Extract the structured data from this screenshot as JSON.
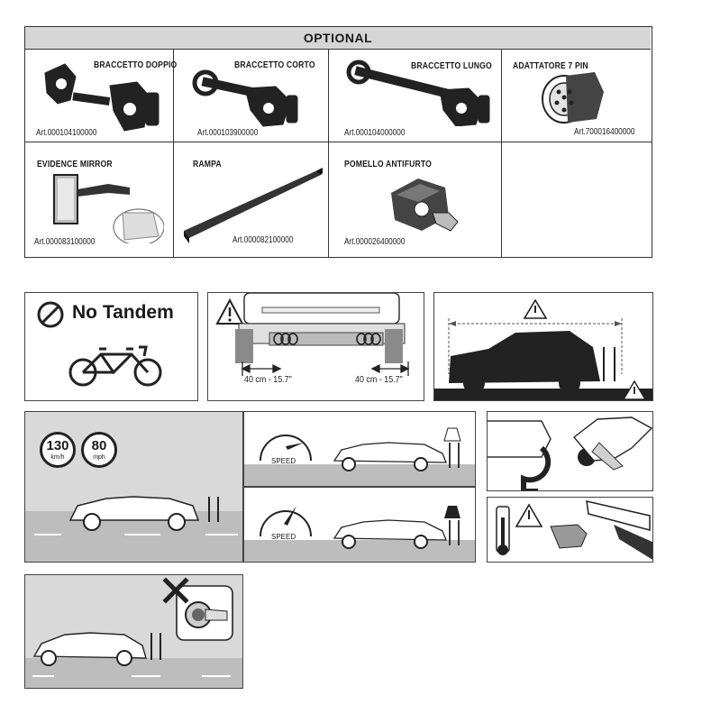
{
  "optional": {
    "header": "OPTIONAL",
    "items": [
      {
        "name": "BRACCETTO DOPPIO",
        "art": "Art.000104100000"
      },
      {
        "name": "BRACCETTO CORTO",
        "art": "Art.000103900000"
      },
      {
        "name": "BRACCETTO LUNGO",
        "art": "Art.000104000000"
      },
      {
        "name": "ADATTATORE 7 PIN",
        "art": "Art.700016400000"
      },
      {
        "name": "EVIDENCE MIRROR",
        "art": "Art.000083100000"
      },
      {
        "name": "RAMPA",
        "art": "Art.000082100000"
      },
      {
        "name": "POMELLO ANTIFURTO",
        "art": "Art.000026400000"
      }
    ]
  },
  "no_tandem": {
    "label": "No Tandem"
  },
  "distance": {
    "left_label": "40 cm - 15.7\"",
    "right_label": "40 cm - 15.7\""
  },
  "speed_limits": {
    "kmh_value": "130",
    "kmh_unit": "km/h",
    "mph_value": "80",
    "mph_unit": "mph"
  },
  "speedometers": {
    "label_top": "SPEED",
    "label_bottom": "SPEED"
  },
  "colors": {
    "panel_gray": "#d9d9d9",
    "road": "#bdbdbd",
    "ink": "#1a1a1a"
  }
}
